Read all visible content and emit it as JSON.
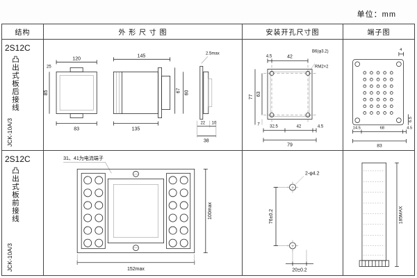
{
  "unit_label": "单位：mm",
  "header": {
    "structure": "结构",
    "outline": "外 形 尺 寸 图",
    "mounting": "安装开孔尺寸图",
    "terminal": "端子图"
  },
  "rows": [
    {
      "model": "2S12C",
      "mount_type": "凸出式板后接线",
      "code": "JCK-10A/3",
      "outline": {
        "w_top": "120",
        "w_offset": "25",
        "w_bottom": "83",
        "h_left": "85",
        "depth_top": "145",
        "depth_bottom": "135",
        "h1": "67",
        "h2": "60",
        "panel_thk": "2.5max",
        "p1": "22",
        "p2": "10",
        "p3": "38"
      },
      "mounting": {
        "t1": "4.5",
        "t2": "42",
        "hole_note": "B6(φ3.2)",
        "thread_note": "RM2×2",
        "l1": "77",
        "l2": "63",
        "b0": "7",
        "b1": "32.5",
        "b2": "42",
        "b3": "4.5",
        "b_total": "79"
      },
      "terminal": {
        "top": "4",
        "b1": "14.5",
        "b2": "68",
        "b3": "4.5",
        "b_total": "83",
        "r1": "6.5"
      }
    },
    {
      "model": "2S12C",
      "mount_type": "凸出式板前接线",
      "code": "JCK-10A/3",
      "outline": {
        "note": "31、41为电流端子",
        "width": "152max",
        "height": "100max"
      },
      "mounting": {
        "v": "76±0.2",
        "h": "20±0.2",
        "hole_note": "2-φ4.2"
      },
      "terminal": {
        "height": "185MAX"
      }
    }
  ]
}
